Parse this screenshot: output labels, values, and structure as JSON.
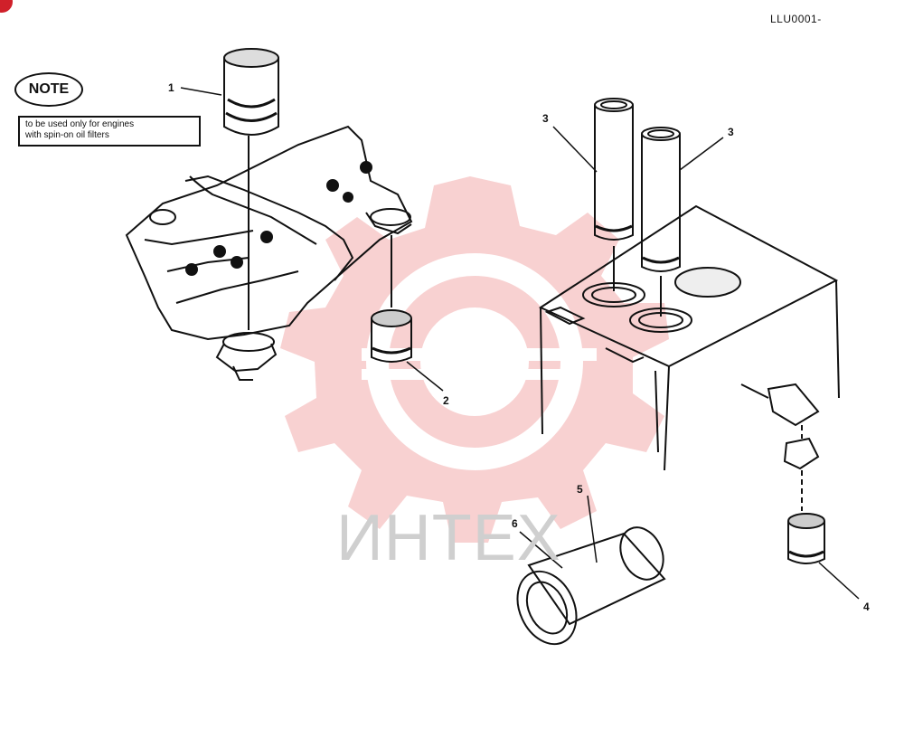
{
  "drawing_id": "LLU0001-",
  "note": {
    "badge": "NOTE",
    "lines": [
      "to be used only for engines",
      "with spin-on oil filters"
    ]
  },
  "callouts": [
    "1",
    "2",
    "3",
    "3",
    "4",
    "5",
    "6"
  ],
  "watermark": {
    "text": "ИНТЕХ",
    "color": "#f4b4b4"
  },
  "colors": {
    "ink": "#111111",
    "accent_dot": "#d0202a"
  }
}
